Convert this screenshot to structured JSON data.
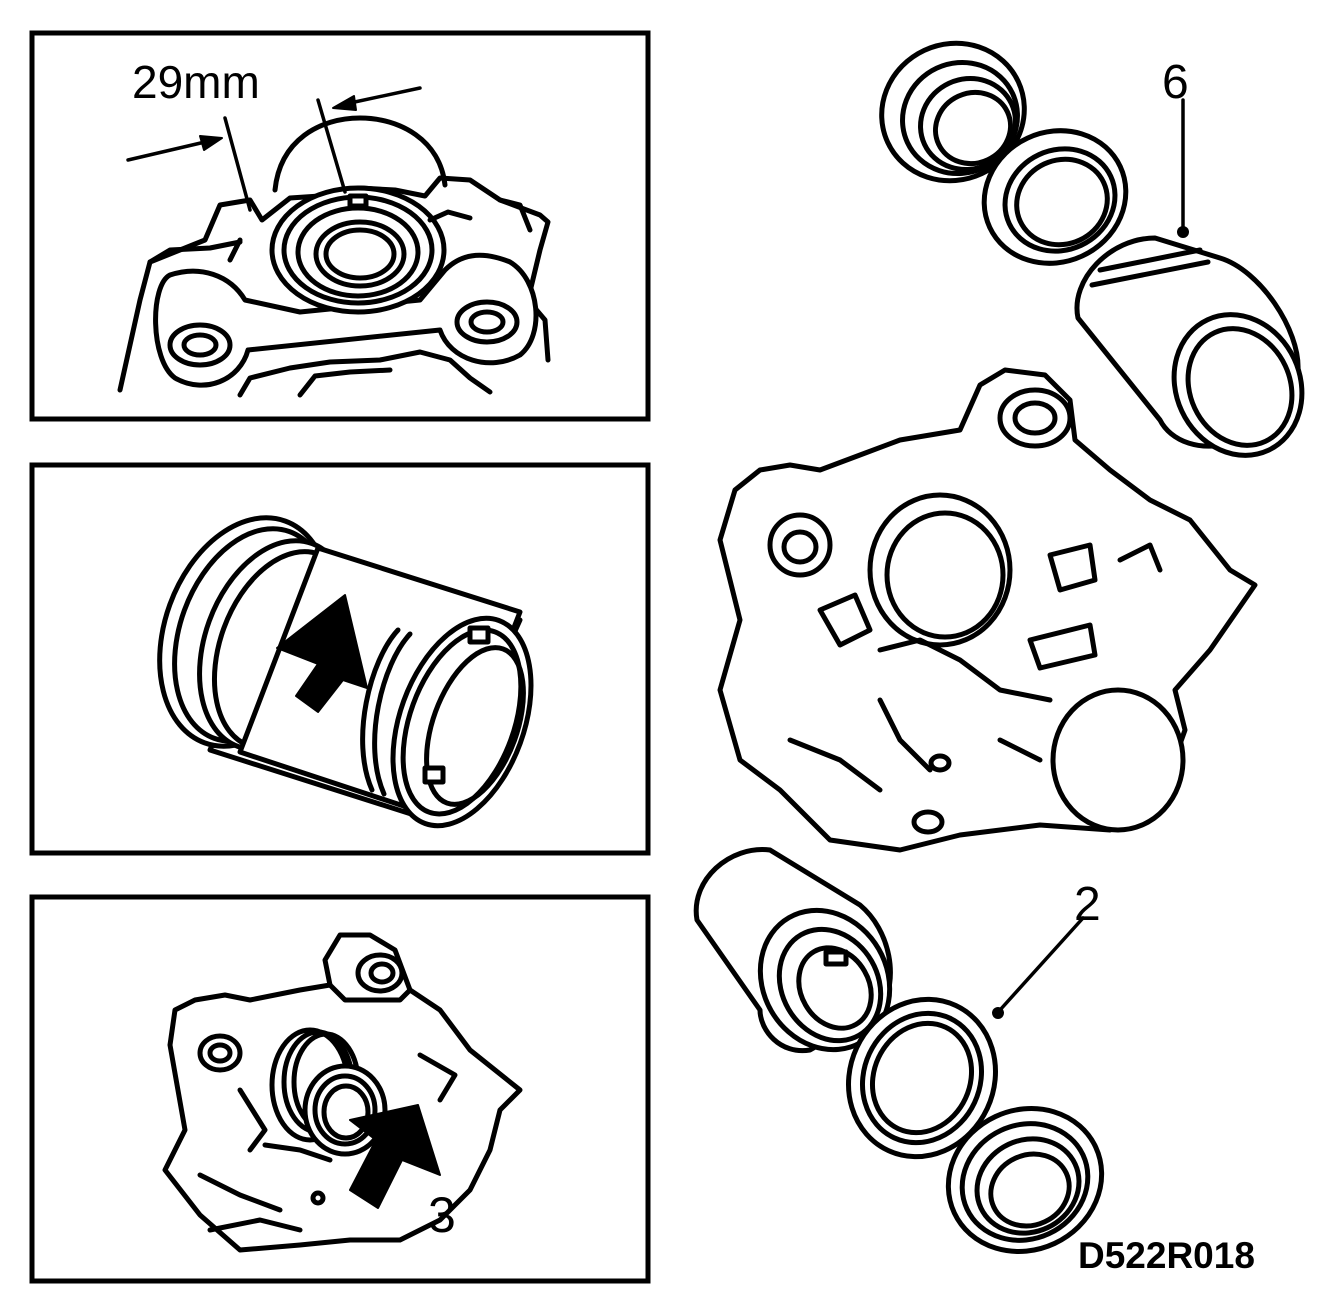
{
  "labels": {
    "dimension": "29mm",
    "callout_6": "6",
    "callout_2": "2",
    "callout_3": "3",
    "figure_code": "D522R018"
  }
}
